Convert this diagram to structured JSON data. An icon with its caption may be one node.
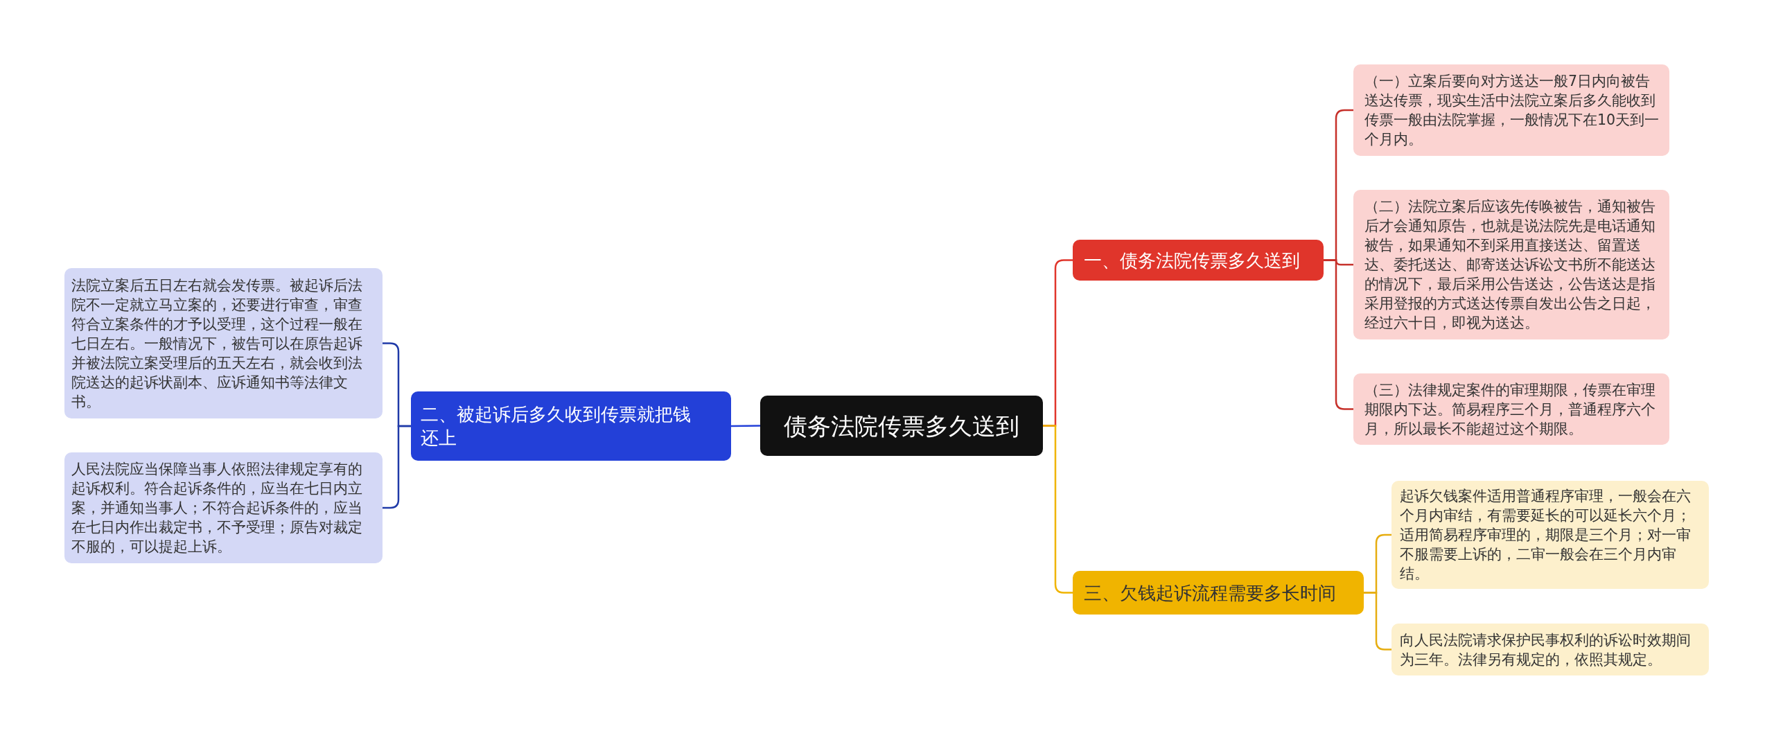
{
  "diagram": {
    "nodes": [
      {
        "text": [
          "债务法院传票多久送到"
        ]
      },
      {
        "text": [
          "一、债务法院传票多久送到"
        ]
      },
      {
        "text": [
          "（一）立案后要向对方送达一般7日内向被告送达传票，现实生活中法院立案后多久能收到传票一般由法院掌握，一般情况下在10天到一个月内。"
        ]
      },
      {
        "text": [
          "（二）法院立案后应该先传唤被告，通知被告后才会通知原告，也就是说法院先是电话通知被告，如果通知不到采用直接送达、留置送达、委托送达、邮寄送达诉讼文书所不能送达的情况下，最后采用公告送达，公告送达是指采用登报的方式送达传票自发出公告之日起，经过六十日，即视为送达。"
        ]
      },
      {
        "text": [
          "（三）法律规定案件的审理期限，传票在审理期限内下达。简易程序三个月，普通程序六个月，所以最长不能超过这个期限。"
        ]
      },
      {
        "text": [
          "三、欠钱起诉流程需要多长时间"
        ]
      },
      {
        "text": [
          "起诉欠钱案件适用普通程序审理，一般会在六个月内审结，有需要延长的可以延长六个月；适用简易程序审理的，期限是三个月；对一审不服需要上诉的，二审一般会在三个月内审结。"
        ]
      },
      {
        "text": [
          "向人民法院请求保护民事权利的诉讼时效期间为三年。法律另有规定的，依照其规定。"
        ]
      },
      {
        "text": [
          "二、被起诉后多久收到传票就把钱还上"
        ]
      },
      {
        "text": [
          "法院立案后五日左右就会发传票。被起诉后法院不一定就立马立案的，还要进行审查，审查符合立案条件的才予以受理，这个过程一般在七日左右。一般情况下，被告可以在原告起诉并被法院立案受理后的五天左右，就会收到法院送达的起诉状副本、应诉通知书等法律文书。"
        ]
      },
      {
        "text": [
          "人民法院应当保障当事人依照法律规定享有的起诉权利。符合起诉条件的，应当在七日内立案，并通知当事人；不符合起诉条件的，应当在七日内作出裁定书，不予受理；原告对裁定不服的，可以提起上诉。"
        ]
      }
    ],
    "edges": [
      {
        "from": 0,
        "to": 1,
        "arrow": "none",
        "color": "#e0352b"
      },
      {
        "from": 1,
        "to": 2,
        "arrow": "none",
        "color": "#c6302a"
      },
      {
        "from": 1,
        "to": 3,
        "arrow": "none",
        "color": "#c6302a"
      },
      {
        "from": 1,
        "to": 4,
        "arrow": "none",
        "color": "#c6302a"
      },
      {
        "from": 0,
        "to": 5,
        "arrow": "none",
        "color": "#f0b400"
      },
      {
        "from": 5,
        "to": 6,
        "arrow": "none",
        "color": "#e6ad10"
      },
      {
        "from": 5,
        "to": 7,
        "arrow": "none",
        "color": "#e6ad10"
      },
      {
        "from": 0,
        "to": 8,
        "arrow": "none",
        "color": "#2340d8"
      },
      {
        "from": 8,
        "to": 9,
        "arrow": "none",
        "color": "#1f3aa8"
      },
      {
        "from": 8,
        "to": 10,
        "arrow": "none",
        "color": "#1f3aa8"
      }
    ]
  }
}
